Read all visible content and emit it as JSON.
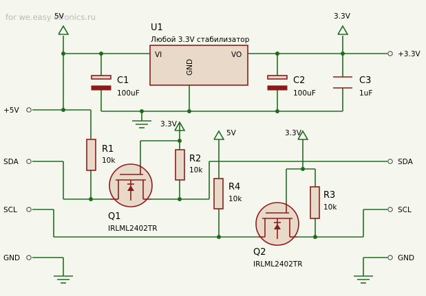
{
  "watermark": "for we.easy       ctronics.ru",
  "chip": {
    "ref": "U1",
    "desc": "Любой 3.3V стабилизатор",
    "pin_in": "VI",
    "pin_out": "VO",
    "pin_gnd": "GND"
  },
  "caps": [
    {
      "ref": "C1",
      "value": "100uF"
    },
    {
      "ref": "C2",
      "value": "100uF"
    },
    {
      "ref": "C3",
      "value": "1uF"
    }
  ],
  "resistors": [
    {
      "ref": "R1",
      "value": "10k"
    },
    {
      "ref": "R2",
      "value": "10k"
    },
    {
      "ref": "R3",
      "value": "10k"
    },
    {
      "ref": "R4",
      "value": "10k"
    }
  ],
  "transistors": [
    {
      "ref": "Q1",
      "part": "IRLML2402TR"
    },
    {
      "ref": "Q2",
      "part": "IRLML2402TR"
    }
  ],
  "rails": {
    "v5_top": "5V",
    "v33_top": "3.3V",
    "v33_q1": "3.3V",
    "v5_r4": "5V",
    "v33_q2": "3.3V"
  },
  "ports": {
    "out33": "+3.3V",
    "in5v": "+5V",
    "sda_left": "SDA",
    "scl_left": "SCL",
    "gnd_left": "GND",
    "sda_right": "SDA",
    "scl_right": "SCL",
    "gnd_right": "GND"
  },
  "colors": {
    "background": "#f5f6ed",
    "wire": "#1e6b1e",
    "component": "#8b1a1a",
    "chip_fill": "#e8d9c8"
  }
}
